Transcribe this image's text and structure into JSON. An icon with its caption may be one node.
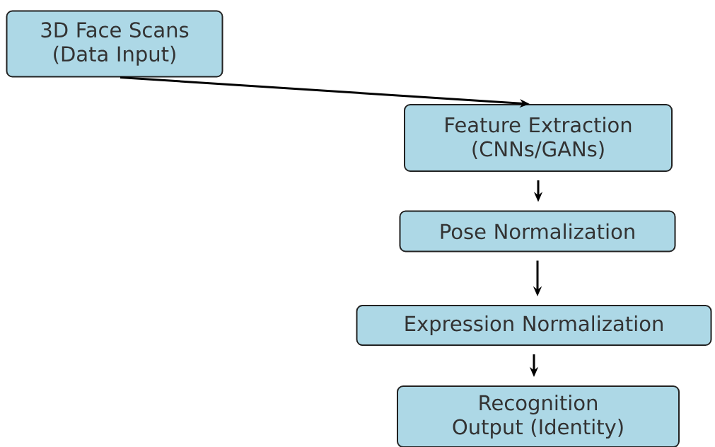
{
  "diagram": {
    "nodes": [
      {
        "text": [
          "3D Face Scans (Data Input)"
        ]
      },
      {
        "text": [
          "Feature Extraction (CNNs/GANs)"
        ]
      },
      {
        "text": [
          "Pose Normalization"
        ]
      },
      {
        "text": [
          "Expression Normalization"
        ]
      },
      {
        "text": [
          "Recognition Output (Identity)"
        ]
      }
    ],
    "edges": [
      {
        "from": 0,
        "to": 1,
        "arrow": "to"
      },
      {
        "from": 1,
        "to": 2,
        "arrow": "to"
      },
      {
        "from": 2,
        "to": 3,
        "arrow": "to"
      },
      {
        "from": 3,
        "to": 4,
        "arrow": "to"
      }
    ]
  }
}
